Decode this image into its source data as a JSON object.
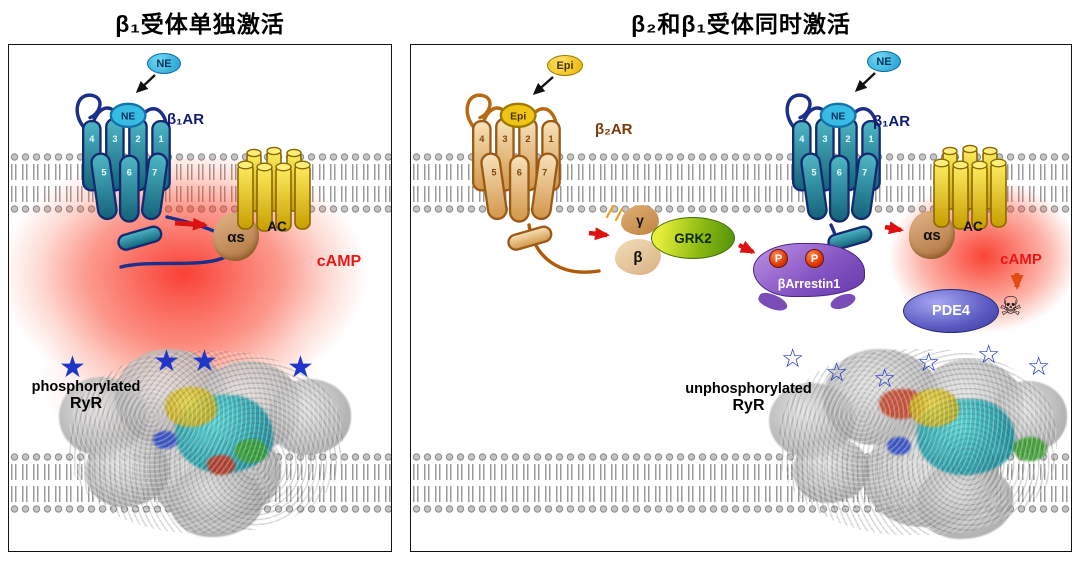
{
  "left_panel": {
    "title": "β₁受体单独激活",
    "ne_callout": "NE",
    "receptor": {
      "label": "β₁AR",
      "bound_ligand": "NE",
      "helix_numbers": [
        "4",
        "3",
        "2",
        "1",
        "5",
        "6",
        "7"
      ]
    },
    "gs_alpha_label": "αs",
    "ac_label": "AC",
    "camp_label": "cAMP",
    "ryr_caption": {
      "line1": "phosphorylated",
      "line2": "RyR"
    },
    "stars": {
      "glyph": "★",
      "count": 4
    }
  },
  "right_panel": {
    "title": "β₂和β₁受体同时激活",
    "epi_callout": "Epi",
    "b2ar": {
      "label": "β₂AR",
      "bound_ligand": "Epi",
      "helix_numbers": [
        "4",
        "3",
        "2",
        "1",
        "5",
        "6",
        "7"
      ]
    },
    "g_protein": {
      "gamma_label": "γ",
      "beta_label": "β"
    },
    "grk2_label": "GRK2",
    "arrestin": {
      "label": "βArrestin1",
      "phosphate": "P"
    },
    "ne_callout": "NE",
    "b1ar": {
      "label": "β₁AR",
      "bound_ligand": "NE",
      "helix_numbers": [
        "4",
        "3",
        "2",
        "1",
        "5",
        "6",
        "7"
      ]
    },
    "gs_alpha_label": "αs",
    "ac_label": "AC",
    "camp_label": "cAMP",
    "skull_glyph": "☠",
    "pde4_label": "PDE4",
    "ryr_caption": {
      "line1": "unphosphorylated",
      "line2": "RyR"
    },
    "stars": {
      "glyph": "☆",
      "count": 6
    }
  },
  "colors": {
    "camp_red": "#e81818",
    "cloud_red": "#f91e10",
    "star_blue": "#2036c8",
    "arrow_red": "#dd1111",
    "b1ar_teal": "#2c8ca0",
    "b2ar_tan": "#e8c28a",
    "ac_yellow": "#f5d520",
    "grk2_green": "#8ab812",
    "arrestin_purple": "#8152c0",
    "pde4_blue": "#5a5ac2"
  }
}
